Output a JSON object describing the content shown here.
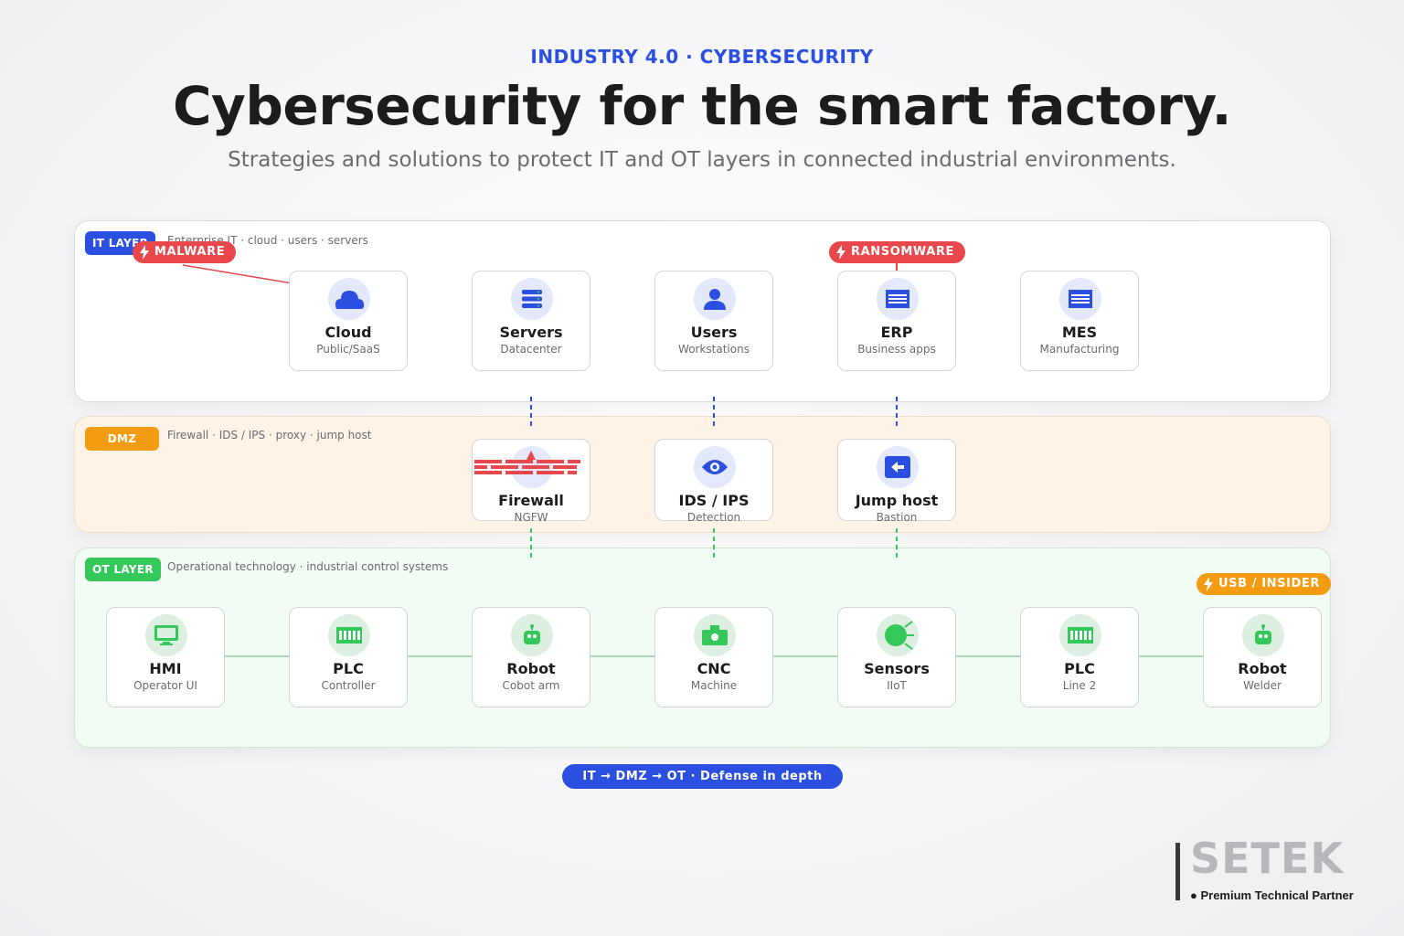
{
  "header": {
    "eyebrow": "INDUSTRY 4.0  ·  CYBERSECURITY",
    "title": "Cybersecurity for the smart factory.",
    "subtitle": "Strategies and solutions to protect IT and OT layers in connected industrial environments."
  },
  "layers": {
    "it": {
      "tag": "IT LAYER",
      "description": "Enterprise IT · cloud · users · servers"
    },
    "dmz": {
      "tag": "DMZ",
      "description": "Firewall · IDS / IPS · proxy · jump host"
    },
    "ot": {
      "tag": "OT LAYER",
      "description": "Operational technology · industrial control systems"
    }
  },
  "it_nodes": [
    {
      "label": "Cloud",
      "sub": "Public/SaaS",
      "icon": "cloud-icon"
    },
    {
      "label": "Servers",
      "sub": "Datacenter",
      "icon": "server-icon"
    },
    {
      "label": "Users",
      "sub": "Workstations",
      "icon": "user-icon"
    },
    {
      "label": "ERP",
      "sub": "Business apps",
      "icon": "app-list-icon"
    },
    {
      "label": "MES",
      "sub": "Manufacturing",
      "icon": "app-list-icon"
    }
  ],
  "dmz_nodes": [
    {
      "label": "Firewall",
      "sub": "NGFW",
      "icon": "firewall-icon"
    },
    {
      "label": "IDS / IPS",
      "sub": "Detection",
      "icon": "eye-icon"
    },
    {
      "label": "Jump host",
      "sub": "Bastion",
      "icon": "jump-arrow-icon"
    }
  ],
  "ot_nodes": [
    {
      "label": "HMI",
      "sub": "Operator UI",
      "icon": "monitor-icon"
    },
    {
      "label": "PLC",
      "sub": "Controller",
      "icon": "plc-icon"
    },
    {
      "label": "Robot",
      "sub": "Cobot arm",
      "icon": "robot-icon"
    },
    {
      "label": "CNC",
      "sub": "Machine",
      "icon": "cnc-icon"
    },
    {
      "label": "Sensors",
      "sub": "IIoT",
      "icon": "sensor-icon"
    },
    {
      "label": "PLC",
      "sub": "Line 2",
      "icon": "plc-icon"
    },
    {
      "label": "Robot",
      "sub": "Welder",
      "icon": "robot-icon"
    }
  ],
  "threats": {
    "malware": "MALWARE",
    "ransomware": "RANSOMWARE",
    "usb": "USB / INSIDER"
  },
  "footer_pill": "IT  →  DMZ  →  OT  ·  Defense in depth",
  "brand": {
    "name": "SETEK",
    "tagline": " Premium Technical Partner"
  },
  "colors": {
    "blue": "#2b4fe0",
    "red": "#e8474b",
    "orange": "#f39c12",
    "green": "#34c759"
  }
}
